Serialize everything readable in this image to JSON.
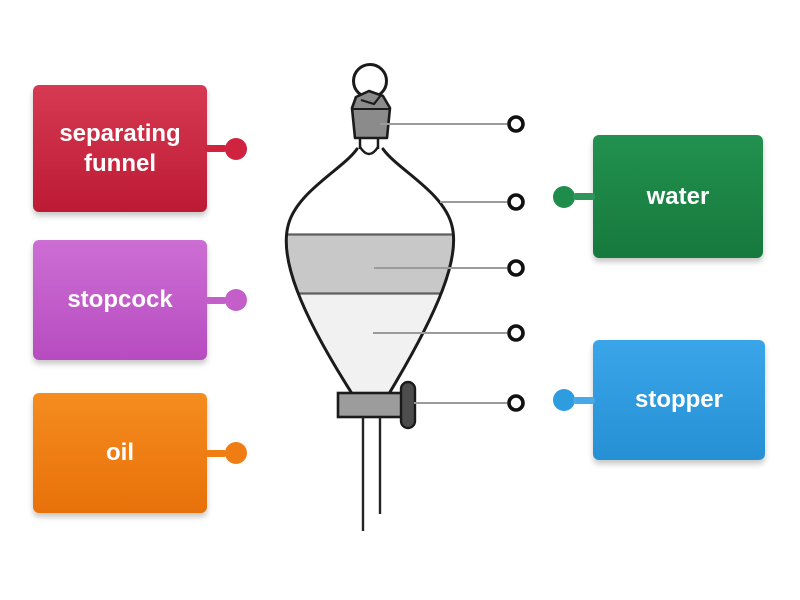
{
  "background": "#ffffff",
  "labels": {
    "left": [
      {
        "text": "separating funnel",
        "color": "#c62038"
      },
      {
        "text": "stopcock",
        "color": "#c45fca"
      },
      {
        "text": "oil",
        "color": "#ef7d12"
      }
    ],
    "right": [
      {
        "text": "water",
        "color": "#1d8a46"
      },
      {
        "text": "stopper",
        "color": "#2d9de0"
      }
    ]
  },
  "diagram": {
    "name": "separating funnel diagram",
    "target_points": 5,
    "leader_line_color": "#9b9b9b",
    "target_ring_color": "#111111",
    "glass_outline_color": "#1b1b1b",
    "stopper_fill_color": "#8b8b8b",
    "stopcock_fill_color": "#9c9c9c",
    "upper_liquid_color": "#c8c8c8",
    "lower_liquid_color": "#f1f1f1"
  }
}
